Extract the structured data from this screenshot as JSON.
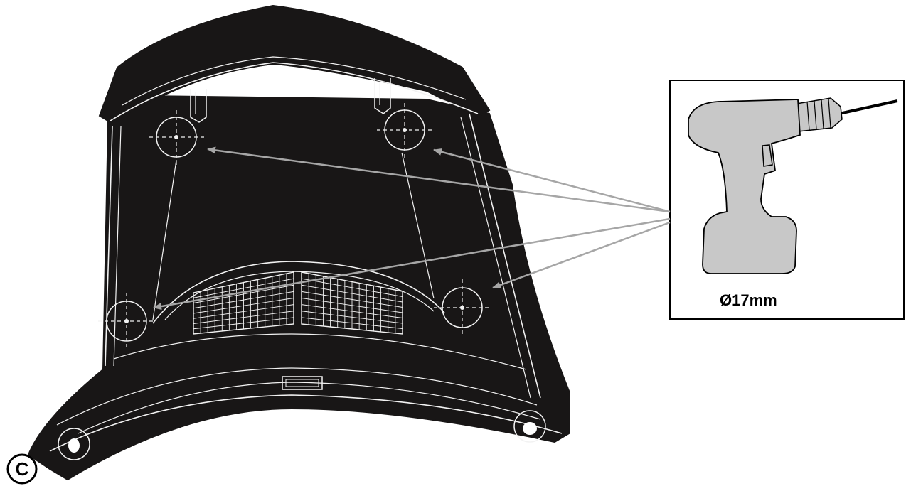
{
  "step_label": "C",
  "drill_hole_size": "Ø17mm",
  "colors": {
    "shell": "#181616",
    "shell_line": "#f2f2f2",
    "drill_body": "#c8c8c8",
    "arrow": "#a6a6a6"
  },
  "icons": {
    "drill": "cordless-drill-icon",
    "marking": "crosshair-hole-marker"
  },
  "hole_count": 4
}
